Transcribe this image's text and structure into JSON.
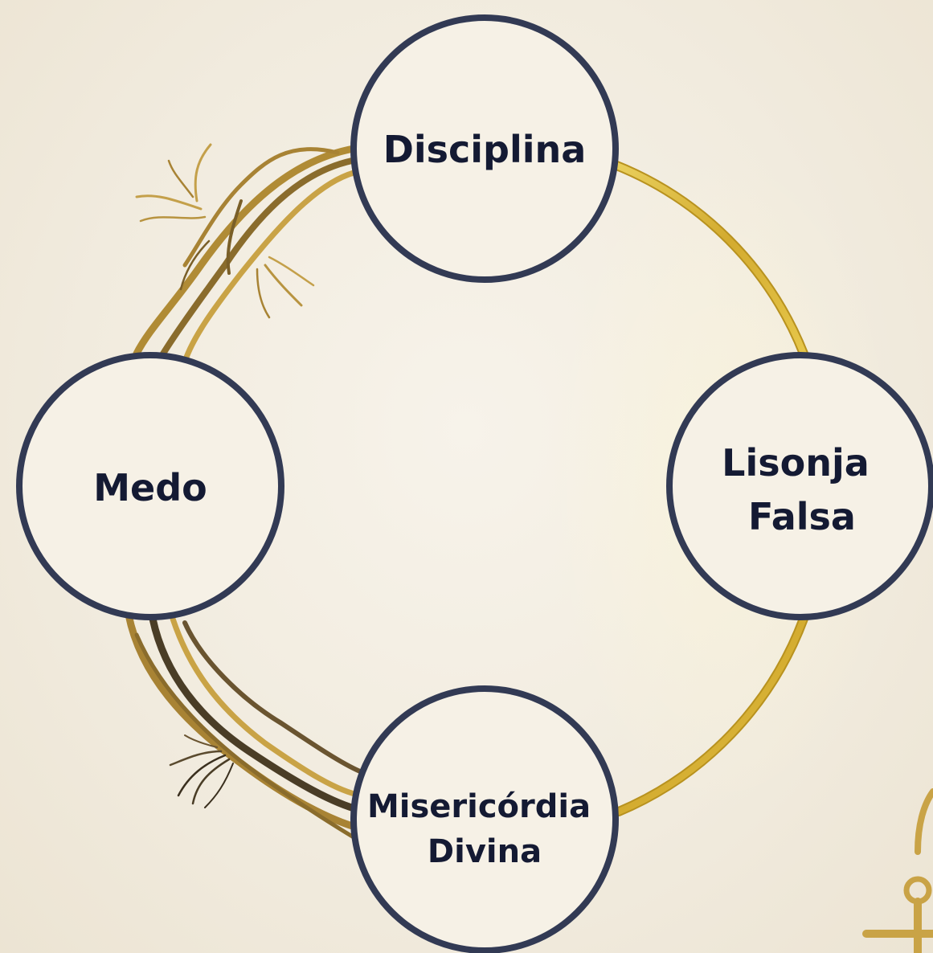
{
  "diagram": {
    "nodes": [
      {
        "id": "disciplina",
        "lines": [
          "Disciplina"
        ]
      },
      {
        "id": "lisonja-falsa",
        "lines": [
          "Lisonja",
          "Falsa"
        ]
      },
      {
        "id": "misericordia-divina",
        "lines": [
          "Misericórdia",
          "Divina"
        ]
      },
      {
        "id": "medo",
        "lines": [
          "Medo"
        ]
      }
    ],
    "connections": [
      {
        "from": "disciplina",
        "to": "lisonja-falsa",
        "style": "intact golden rope"
      },
      {
        "from": "lisonja-falsa",
        "to": "misericordia-divina",
        "style": "intact golden rope"
      },
      {
        "from": "misericordia-divina",
        "to": "medo",
        "style": "frayed rope"
      },
      {
        "from": "medo",
        "to": "disciplina",
        "style": "frayed rope"
      }
    ],
    "colors": {
      "background": "#f1ebde",
      "node_border": "#323a54",
      "node_text": "#141a33",
      "gold_rope": "#d6b23a",
      "frayed_rope_light": "#b8903a",
      "frayed_rope_dark": "#5a4a2e"
    }
  }
}
